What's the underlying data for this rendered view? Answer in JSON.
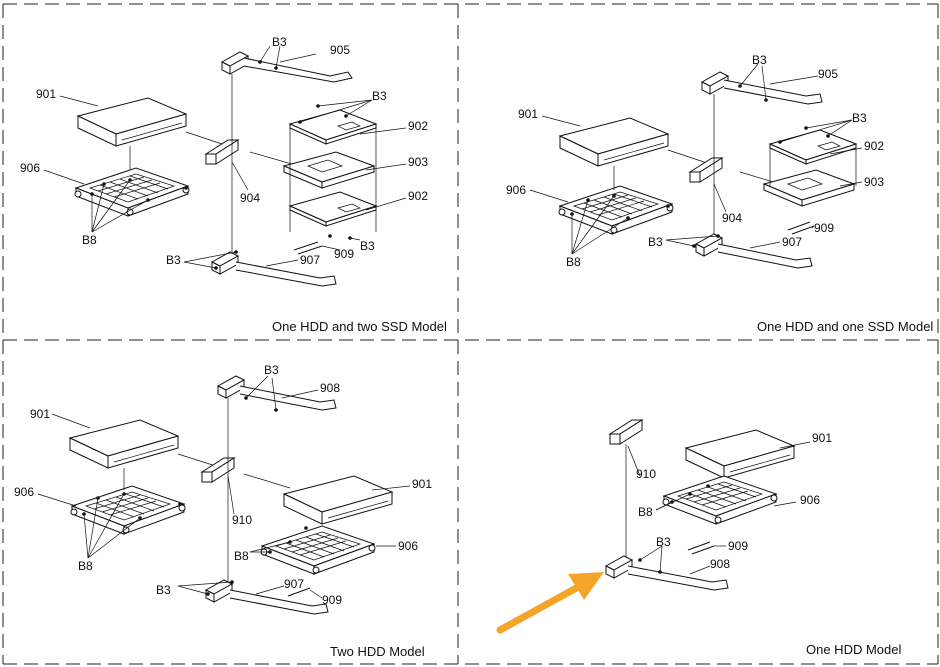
{
  "panels": [
    {
      "caption": "One HDD and two SSD Model",
      "labels": {
        "n901": "901",
        "n905": "905",
        "b3_top": "B3",
        "b3_mid": "B3",
        "n902a": "902",
        "n903": "903",
        "n902b": "902",
        "n906": "906",
        "n904": "904",
        "b8": "B8",
        "b3_bot_right": "B3",
        "n909": "909",
        "b3_bot": "B3",
        "n907": "907"
      }
    },
    {
      "caption": "One HDD and one SSD Model",
      "labels": {
        "n901": "901",
        "n905": "905",
        "b3_top": "B3",
        "b3_mid": "B3",
        "n902": "902",
        "n903": "903",
        "n906": "906",
        "n904": "904",
        "b8": "B8",
        "n909": "909",
        "b3_bot": "B3",
        "n907": "907"
      }
    },
    {
      "caption": "Two HDD Model",
      "labels": {
        "n901a": "901",
        "n908": "908",
        "b3_top": "B3",
        "n906a": "906",
        "n910": "910",
        "n901b": "901",
        "b8_right": "B8",
        "n906b": "906",
        "b8": "B8",
        "b3_bot": "B3",
        "n907": "907",
        "n909": "909"
      }
    },
    {
      "caption": "One HDD Model",
      "labels": {
        "n901": "901",
        "n910": "910",
        "b8": "B8",
        "n906": "906",
        "b3": "B3",
        "n909": "909",
        "n908": "908"
      }
    }
  ],
  "colors": {
    "arrow": "#F4A427",
    "line": "#111111",
    "border": "#222222"
  }
}
